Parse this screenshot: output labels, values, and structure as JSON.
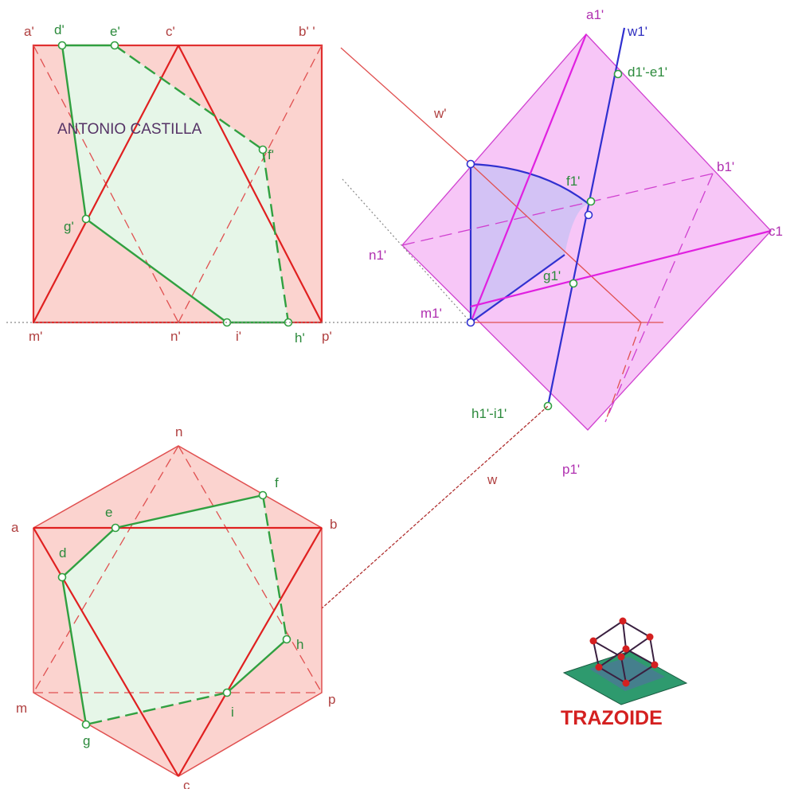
{
  "author": "ANTONIO CASTILLA",
  "logo": {
    "text": "TRAZOIDE",
    "icon": "cube-icon"
  },
  "elevation_labels": {
    "a": "a'",
    "d": "d'",
    "e": "e'",
    "c": "c'",
    "b": "b' '",
    "f": "f'",
    "g": "g'",
    "m": "m'",
    "n": "n'",
    "i": "i'",
    "h": "h'",
    "p": "p'"
  },
  "plan_labels": {
    "n": "n",
    "f": "f",
    "a": "a",
    "e": "e",
    "b": "b",
    "d": "d",
    "h": "h",
    "m": "m",
    "i": "i",
    "p": "p",
    "g": "g",
    "c": "c",
    "w": "w"
  },
  "aux_labels": {
    "a1": "a1'",
    "w1": "w1'",
    "de1": "d1'-e1'",
    "w": "w'",
    "b1": "b1'",
    "f1": "f1'",
    "c1": "c1",
    "n1": "n1'",
    "g1": "g1'",
    "m1": "m1'",
    "hi1": "h1'-i1'",
    "p1": "p1'"
  },
  "colors": {
    "face_red": "#f8c8c4",
    "edge_red": "#e02020",
    "section_green": "#30a040",
    "fill_green": "#e2f5e6",
    "aux_magenta": "#f5c4f5",
    "rotated_blue": "#d0c0f5"
  }
}
